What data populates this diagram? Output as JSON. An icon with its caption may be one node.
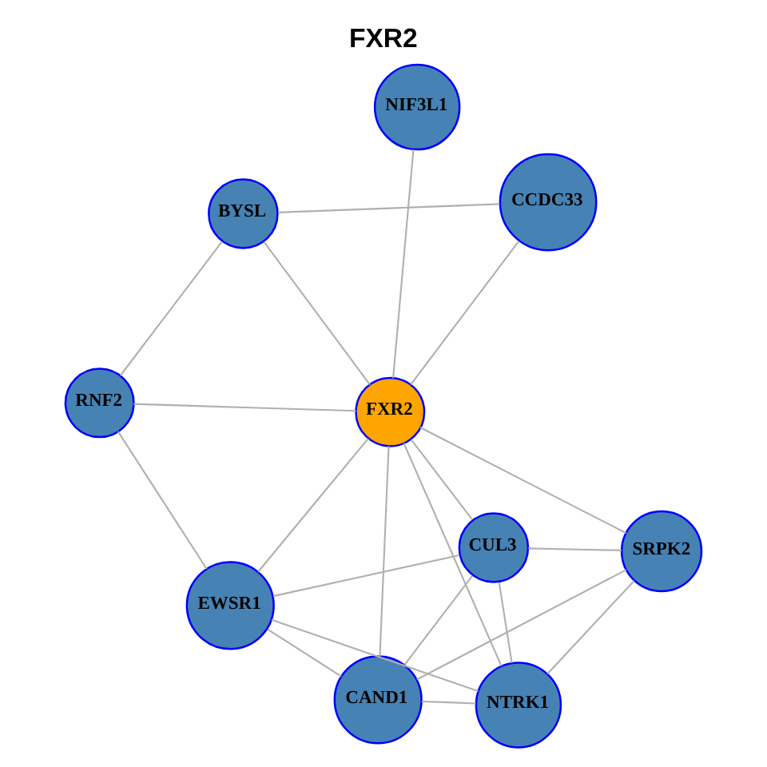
{
  "diagram": {
    "title": "FXR2",
    "nodes": [
      {
        "text": [
          "BYSL"
        ]
      },
      {
        "text": [
          "CCDC33"
        ]
      },
      {
        "text": [
          "RNF2"
        ]
      },
      {
        "text": [
          "EWSR1"
        ]
      },
      {
        "text": [
          "FXR2"
        ]
      },
      {
        "text": [
          "NIF3L1"
        ]
      },
      {
        "text": [
          "CAND1"
        ]
      },
      {
        "text": [
          "CUL3"
        ]
      },
      {
        "text": [
          "NTRK1"
        ]
      },
      {
        "text": [
          "SRPK2"
        ]
      }
    ],
    "edges": [
      {
        "from": 0,
        "to": 2,
        "arrow": "none"
      },
      {
        "from": 0,
        "to": 1,
        "arrow": "none"
      },
      {
        "from": 0,
        "to": 4,
        "arrow": "none"
      },
      {
        "from": 1,
        "to": 4,
        "arrow": "none"
      },
      {
        "from": 2,
        "to": 4,
        "arrow": "none"
      },
      {
        "from": 2,
        "to": 3,
        "arrow": "none"
      },
      {
        "from": 3,
        "to": 4,
        "arrow": "none"
      },
      {
        "from": 4,
        "to": 5,
        "arrow": "none"
      },
      {
        "from": 3,
        "to": 6,
        "arrow": "none"
      },
      {
        "from": 3,
        "to": 8,
        "arrow": "none"
      },
      {
        "from": 3,
        "to": 7,
        "arrow": "none"
      },
      {
        "from": 4,
        "to": 6,
        "arrow": "none"
      },
      {
        "from": 4,
        "to": 7,
        "arrow": "none"
      },
      {
        "from": 4,
        "to": 8,
        "arrow": "none"
      },
      {
        "from": 4,
        "to": 9,
        "arrow": "none"
      },
      {
        "from": 6,
        "to": 7,
        "arrow": "none"
      },
      {
        "from": 6,
        "to": 8,
        "arrow": "none"
      },
      {
        "from": 6,
        "to": 9,
        "arrow": "none"
      },
      {
        "from": 7,
        "to": 8,
        "arrow": "none"
      },
      {
        "from": 7,
        "to": 9,
        "arrow": "none"
      },
      {
        "from": 8,
        "to": 9,
        "arrow": "none"
      }
    ]
  }
}
